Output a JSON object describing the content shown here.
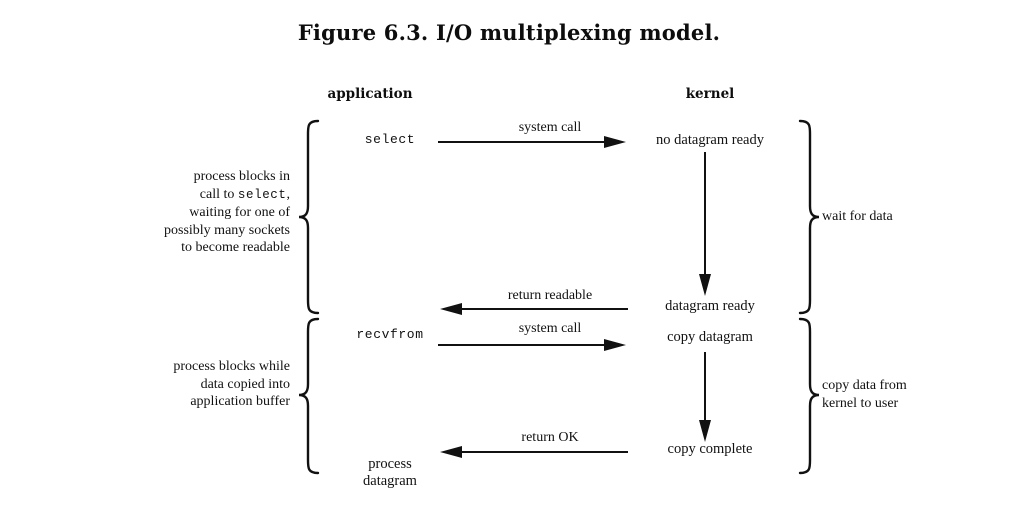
{
  "figure": {
    "title": "Figure 6.3. I/O multiplexing model."
  },
  "columns": {
    "application": "application",
    "kernel": "kernel"
  },
  "application_column": {
    "call_select": "select",
    "call_recvfrom": "recvfrom",
    "process_line1": "process",
    "process_line2": "datagram"
  },
  "kernel_column": {
    "no_datagram_ready": "no datagram ready",
    "datagram_ready": "datagram ready",
    "copy_datagram": "copy datagram",
    "copy_complete": "copy complete"
  },
  "arrows": {
    "system_call_1": "system call",
    "return_readable": "return readable",
    "system_call_2": "system call",
    "return_ok": "return OK"
  },
  "left_annotations": {
    "block1": {
      "line1": "process blocks in",
      "line2_pre": "call to ",
      "line2_mono": "select",
      "line2_post": ",",
      "line3": "waiting for one of",
      "line4": "possibly many sockets",
      "line5": "to become readable"
    },
    "block2": {
      "line1": "process blocks while",
      "line2": "data copied into",
      "line3": "application buffer"
    }
  },
  "right_annotations": {
    "block1": {
      "line1": "wait for data"
    },
    "block2": {
      "line1": "copy data from",
      "line2": "kernel to user"
    }
  },
  "colors": {
    "ink": "#111111",
    "background": "#ffffff"
  }
}
